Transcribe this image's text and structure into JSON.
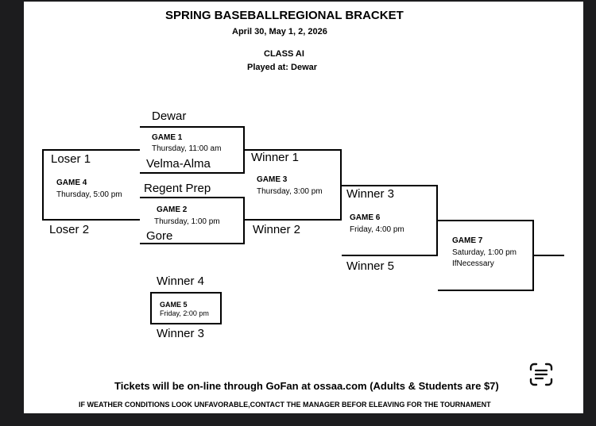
{
  "header": {
    "title": "SPRING BASEBALLREGIONAL BRACKET",
    "dates": "April 30, May 1, 2, 2026",
    "class": "CLASS AI",
    "venue": "Played at: Dewar"
  },
  "teams": {
    "dewar": "Dewar",
    "velma_alma": "Velma-Alma",
    "regent_prep": "Regent Prep",
    "gore": "Gore",
    "loser1": "Loser 1",
    "loser2": "Loser 2",
    "winner1": "Winner 1",
    "winner2": "Winner 2",
    "winner3": "Winner 3",
    "winner5": "Winner 5",
    "winner4_g5": "Winner 4",
    "winner3_g5": "Winner 3"
  },
  "games": {
    "g1": {
      "name": "GAME 1",
      "time": "Thursday, 11:00 am"
    },
    "g2": {
      "name": "GAME 2",
      "time": "Thursday, 1:00 pm"
    },
    "g3": {
      "name": "GAME 3",
      "time": "Thursday, 3:00 pm"
    },
    "g4": {
      "name": "GAME 4",
      "time": "Thursday, 5:00 pm"
    },
    "g5": {
      "name": "GAME 5",
      "time": "Friday, 2:00 pm"
    },
    "g6": {
      "name": "GAME 6",
      "time": "Friday, 4:00 pm"
    },
    "g7": {
      "name": "GAME 7",
      "time": "Saturday, 1:00 pm",
      "note": "IfNecessary"
    }
  },
  "footer": {
    "tickets": "Tickets will be on-line through GoFan at ossaa.com (Adults & Students are $7)",
    "weather": "IF WEATHER CONDITIONS LOOK UNFAVORABLE,CONTACT THE MANAGER BEFOR ELEAVING FOR THE TOURNAMENT"
  },
  "controls": {
    "scan_icon": "scan-text-icon"
  },
  "colors": {
    "page": "#ffffff",
    "ink": "#000000",
    "backdrop": "#1c1c1e"
  }
}
